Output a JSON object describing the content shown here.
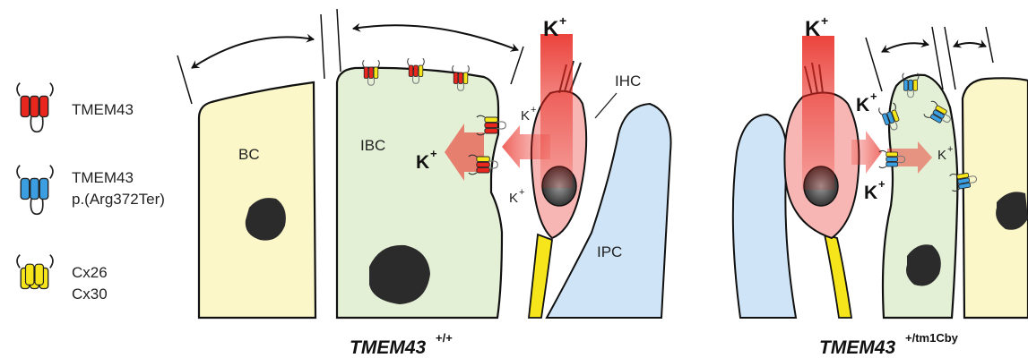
{
  "legend": {
    "tmem43_wt": "TMEM43",
    "tmem43_mut_line1": "TMEM43",
    "tmem43_mut_line2": "p.(Arg372Ter)",
    "cx_line1": "Cx26",
    "cx_line2": "Cx30"
  },
  "left_panel": {
    "caption_main": "TMEM43",
    "caption_sup": "+/+",
    "bc_label": "BC",
    "ibc_label": "IBC",
    "ihc_label": "IHC",
    "ipc_label": "IPC",
    "k_big": "K",
    "k_sup": "+"
  },
  "right_panel": {
    "caption_main": "TMEM43",
    "caption_sup": "+/tm1Cby",
    "k_big": "K",
    "k_sup": "+"
  },
  "colors": {
    "tmem43": "#e8261e",
    "tmem43_mutant": "#3a9ee0",
    "connexin": "#f5e51a",
    "bc_cell": "#fbf7c8",
    "ibc_cell": "#e4f0d6",
    "ipc_cell": "#cfe5f7",
    "ihc_cell": "#f7b6b3",
    "nucleus": "#2b2b2b",
    "potassium_flow": "#e8221a"
  }
}
